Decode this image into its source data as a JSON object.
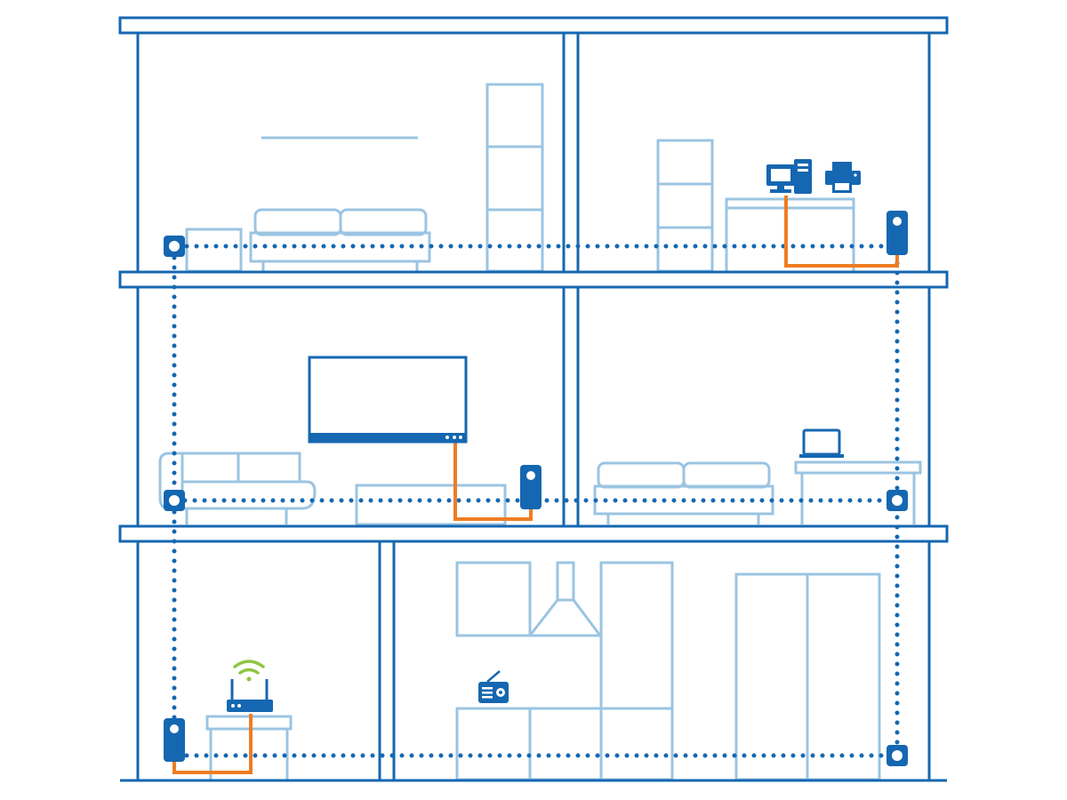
{
  "diagram": {
    "kind": "house-network-illustration",
    "floors": [
      "top-floor",
      "middle-floor",
      "ground-floor"
    ],
    "colors": {
      "wall": "#1567b1",
      "furniture": "#9bc4e2",
      "device": "#1567b1",
      "lan_cable": "#ef7d23",
      "wifi": "#8dc63f",
      "powerline": "#1567b1",
      "background": "#ffffff"
    },
    "devices": [
      {
        "name": "powerline-adapter-top-left",
        "icon": "socket-adapter-icon"
      },
      {
        "name": "powerline-adapter-top-right",
        "icon": "powerline-plug-icon"
      },
      {
        "name": "powerline-adapter-middle-left",
        "icon": "socket-adapter-icon"
      },
      {
        "name": "powerline-adapter-middle-center",
        "icon": "powerline-plug-icon"
      },
      {
        "name": "powerline-adapter-middle-right",
        "icon": "socket-adapter-icon"
      },
      {
        "name": "powerline-adapter-ground-left",
        "icon": "powerline-plug-icon"
      },
      {
        "name": "powerline-adapter-ground-right",
        "icon": "socket-adapter-icon"
      },
      {
        "name": "desktop-computer",
        "icon": "desktop-computer-icon"
      },
      {
        "name": "printer",
        "icon": "printer-icon"
      },
      {
        "name": "smart-tv",
        "icon": "tv-icon"
      },
      {
        "name": "laptop",
        "icon": "laptop-icon"
      },
      {
        "name": "wifi-router",
        "icon": "router-icon"
      },
      {
        "name": "wifi-signal",
        "icon": "wifi-icon"
      },
      {
        "name": "radio",
        "icon": "radio-icon"
      }
    ]
  }
}
